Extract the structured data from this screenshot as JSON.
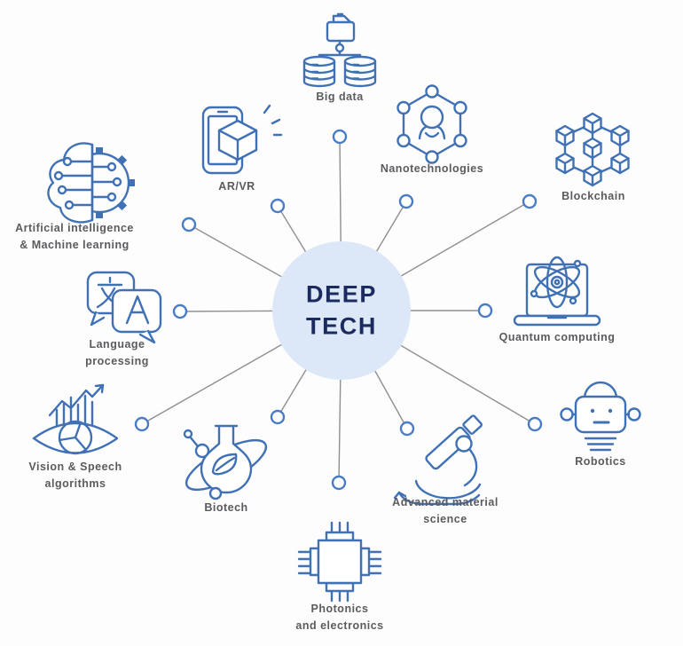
{
  "title": "Deep Tech technologies diagram",
  "center": {
    "line1": "DEEP",
    "line2": "TECH"
  },
  "nodes": [
    {
      "id": "big-data",
      "label": "Big data",
      "icon": "databases-folder-icon"
    },
    {
      "id": "nanotechnologies",
      "label": "Nanotechnologies",
      "icon": "hexagon-nanobot-icon"
    },
    {
      "id": "blockchain",
      "label": "Blockchain",
      "icon": "linked-cubes-icon"
    },
    {
      "id": "quantum-computing",
      "label": "Quantum computing",
      "icon": "laptop-atom-icon"
    },
    {
      "id": "robotics",
      "label": "Robotics",
      "icon": "robot-head-icon"
    },
    {
      "id": "advanced-material-science",
      "label": "Advanced material\nscience",
      "icon": "microscope-icon"
    },
    {
      "id": "photonics-and-electronics",
      "label": "Photonics\nand electronics",
      "icon": "microchip-icon"
    },
    {
      "id": "biotech",
      "label": "Biotech",
      "icon": "flask-leaf-orbit-icon"
    },
    {
      "id": "vision-speech-algorithms",
      "label": "Vision & Speech\nalgorithms",
      "icon": "eye-analytics-icon"
    },
    {
      "id": "language-processing",
      "label": "Language\nprocessing",
      "icon": "translate-bubbles-icon"
    },
    {
      "id": "ai-ml",
      "label": "Artificial intelligence\n& Machine learning",
      "icon": "brain-gear-icon"
    },
    {
      "id": "ar-vr",
      "label": "AR/VR",
      "icon": "phone-cube-icon"
    }
  ],
  "colors": {
    "icon_blue": "#4171b5",
    "node_ring_blue": "#4a7cc6",
    "hub_fill": "#dce8f7",
    "hub_text": "#1b2b5f",
    "label_gray": "#595b5e",
    "line_gray": "#8f8f8f"
  }
}
